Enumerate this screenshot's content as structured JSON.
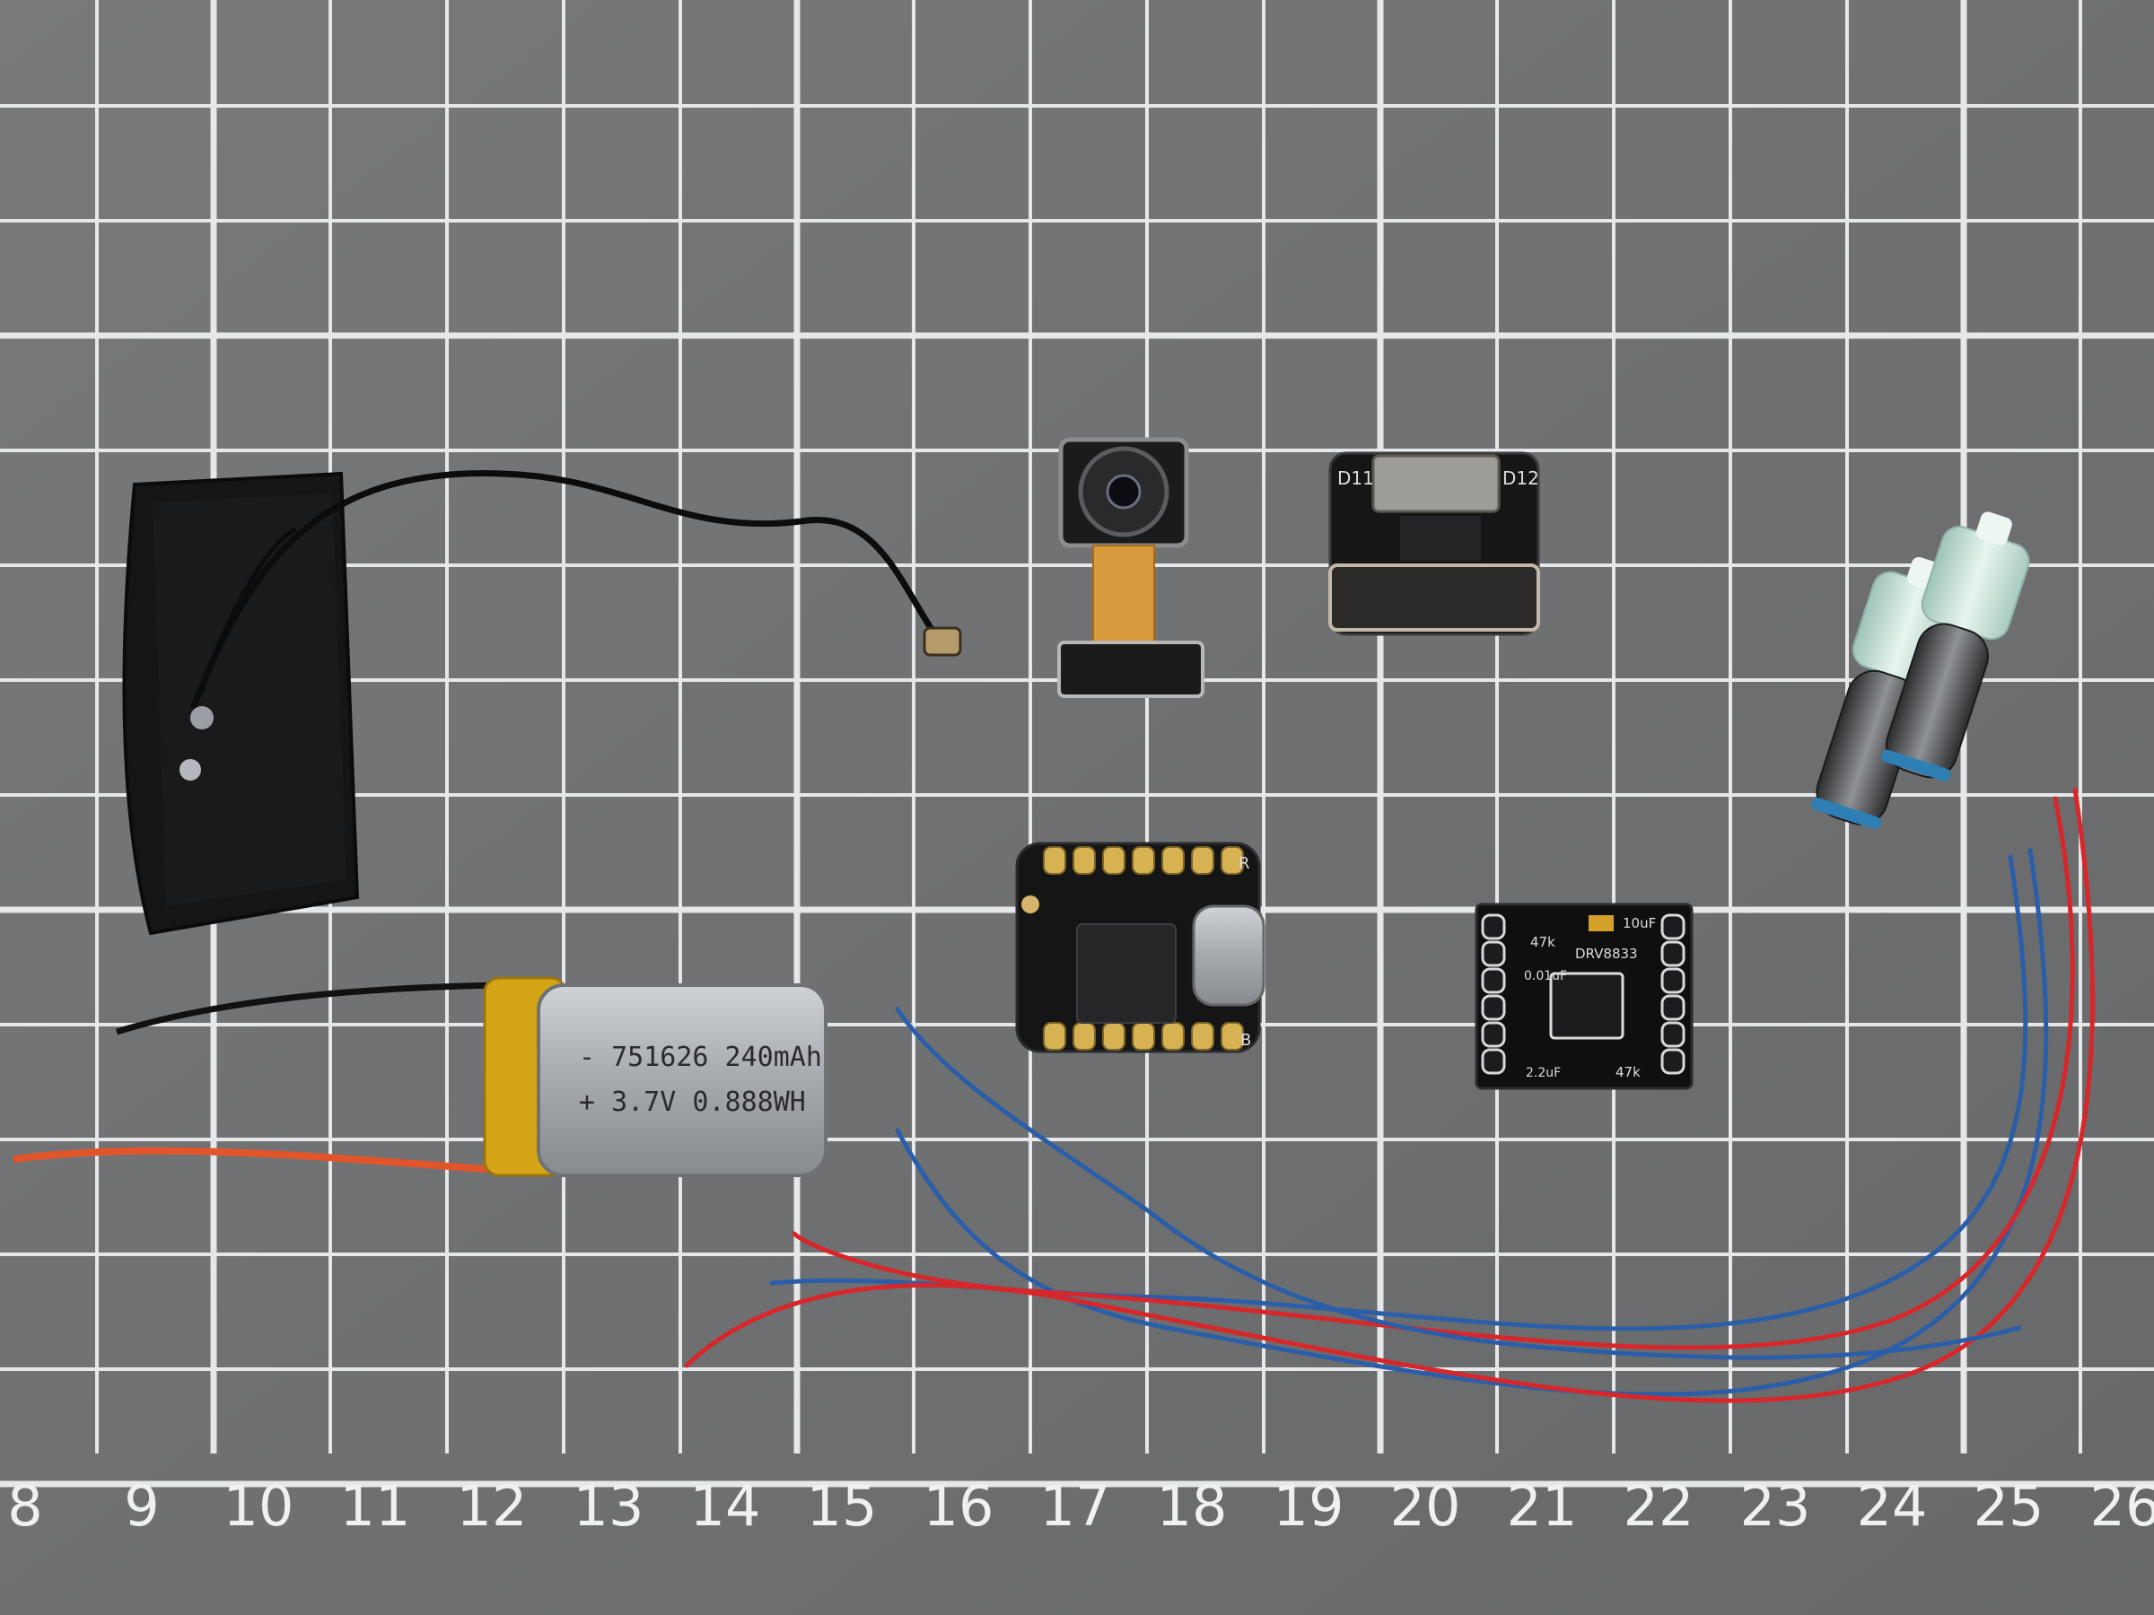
{
  "scene": {
    "background_color": "#707173",
    "grid_line_color": "#e6e7e9",
    "ruler_numbers": [
      "8",
      "9",
      "10",
      "11",
      "12",
      "13",
      "14",
      "15",
      "16",
      "17",
      "18",
      "19",
      "20",
      "21",
      "22",
      "23",
      "24",
      "25",
      "26"
    ]
  },
  "battery": {
    "line1": "- 751626  240mAh",
    "line2": "+ 3.7V  0.888WH"
  },
  "camera_adapter": {
    "label_left": "D11",
    "label_right": "D12"
  },
  "microcontroller": {
    "corner_r": "R",
    "corner_b": "B"
  },
  "motor_driver": {
    "chip_label": "DRV8833",
    "cap_label": "10uF",
    "res_top": "47k",
    "res_bottom": "47k",
    "cap_mid": "0.01uF",
    "cap_bottom": "2.2uF"
  },
  "icons": {
    "antenna": "flexible-antenna-icon",
    "camera": "camera-module-icon",
    "battery": "lipo-battery-icon",
    "motors": "coreless-motor-icon"
  }
}
